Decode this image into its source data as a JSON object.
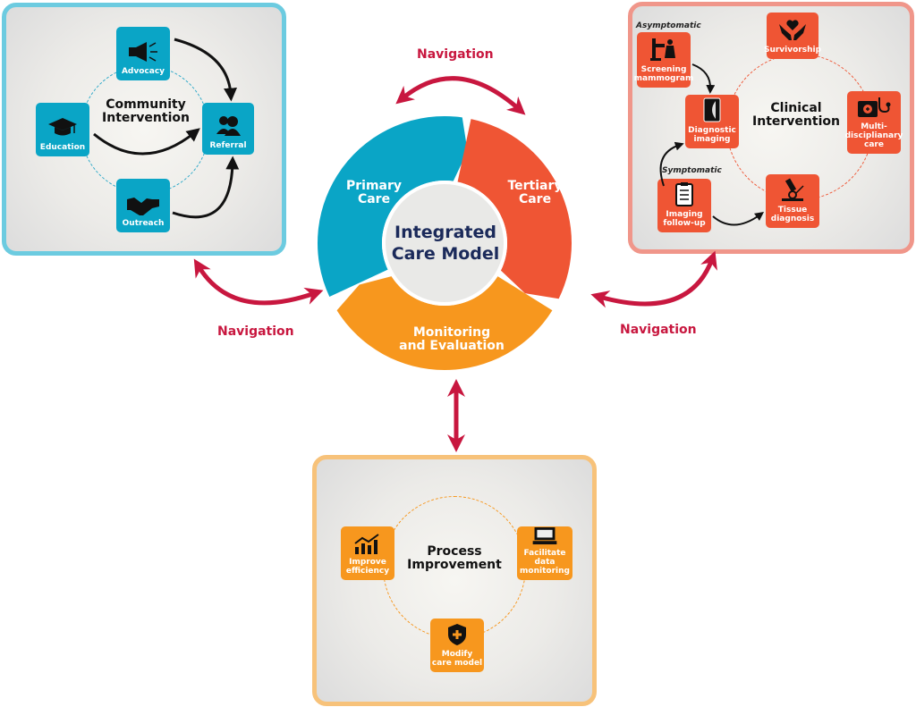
{
  "center": {
    "title_line1": "Integrated",
    "title_line2": "Care Model",
    "segments": [
      {
        "line1": "Primary",
        "line2": "Care",
        "color": "#0aa5c6"
      },
      {
        "line1": "Tertiary",
        "line2": "Care",
        "color": "#ef5534"
      },
      {
        "line1": "Monitoring",
        "line2": "and Evaluation",
        "color": "#f7971e"
      }
    ]
  },
  "navigation": {
    "top": "Navigation",
    "left": "Navigation",
    "right": "Navigation",
    "color": "#c8173f"
  },
  "community": {
    "title_line1": "Community",
    "title_line2": "Intervention",
    "border_color": "#6ccbe0",
    "items": [
      {
        "label": "Advocacy",
        "icon": "megaphone-icon"
      },
      {
        "label": "Education",
        "icon": "graduation-cap-icon"
      },
      {
        "label": "Referral",
        "icon": "people-icon"
      },
      {
        "label": "Outreach",
        "icon": "handshake-icon"
      }
    ]
  },
  "clinical": {
    "title_line1": "Clinical",
    "title_line2": "Intervention",
    "border_color": "#f0968a",
    "asymptomatic": "Asymptomatic",
    "symptomatic": "Symptomatic",
    "items": [
      {
        "label1": "Survivorship",
        "label2": "",
        "icon": "heart-hands-icon"
      },
      {
        "label1": "Screening",
        "label2": "mammogram",
        "icon": "mammogram-machine-icon"
      },
      {
        "label1": "Diagnostic",
        "label2": "imaging",
        "icon": "xray-icon"
      },
      {
        "label1": "Multi-",
        "label2": "disciplianary",
        "label3": "care",
        "icon": "medical-kit-stethoscope-icon"
      },
      {
        "label1": "Imaging",
        "label2": "follow-up",
        "icon": "clipboard-icon"
      },
      {
        "label1": "Tissue",
        "label2": "diagnosis",
        "icon": "microscope-icon"
      }
    ]
  },
  "process": {
    "title_line1": "Process",
    "title_line2": "Improvement",
    "border_color": "#f7c27a",
    "items": [
      {
        "label1": "Improve",
        "label2": "efficiency",
        "icon": "chart-up-icon"
      },
      {
        "label1": "Facilitate",
        "label2": "data",
        "label3": "monitoring",
        "icon": "computer-icon"
      },
      {
        "label1": "Modify",
        "label2": "care model",
        "icon": "shield-plus-icon"
      }
    ]
  }
}
